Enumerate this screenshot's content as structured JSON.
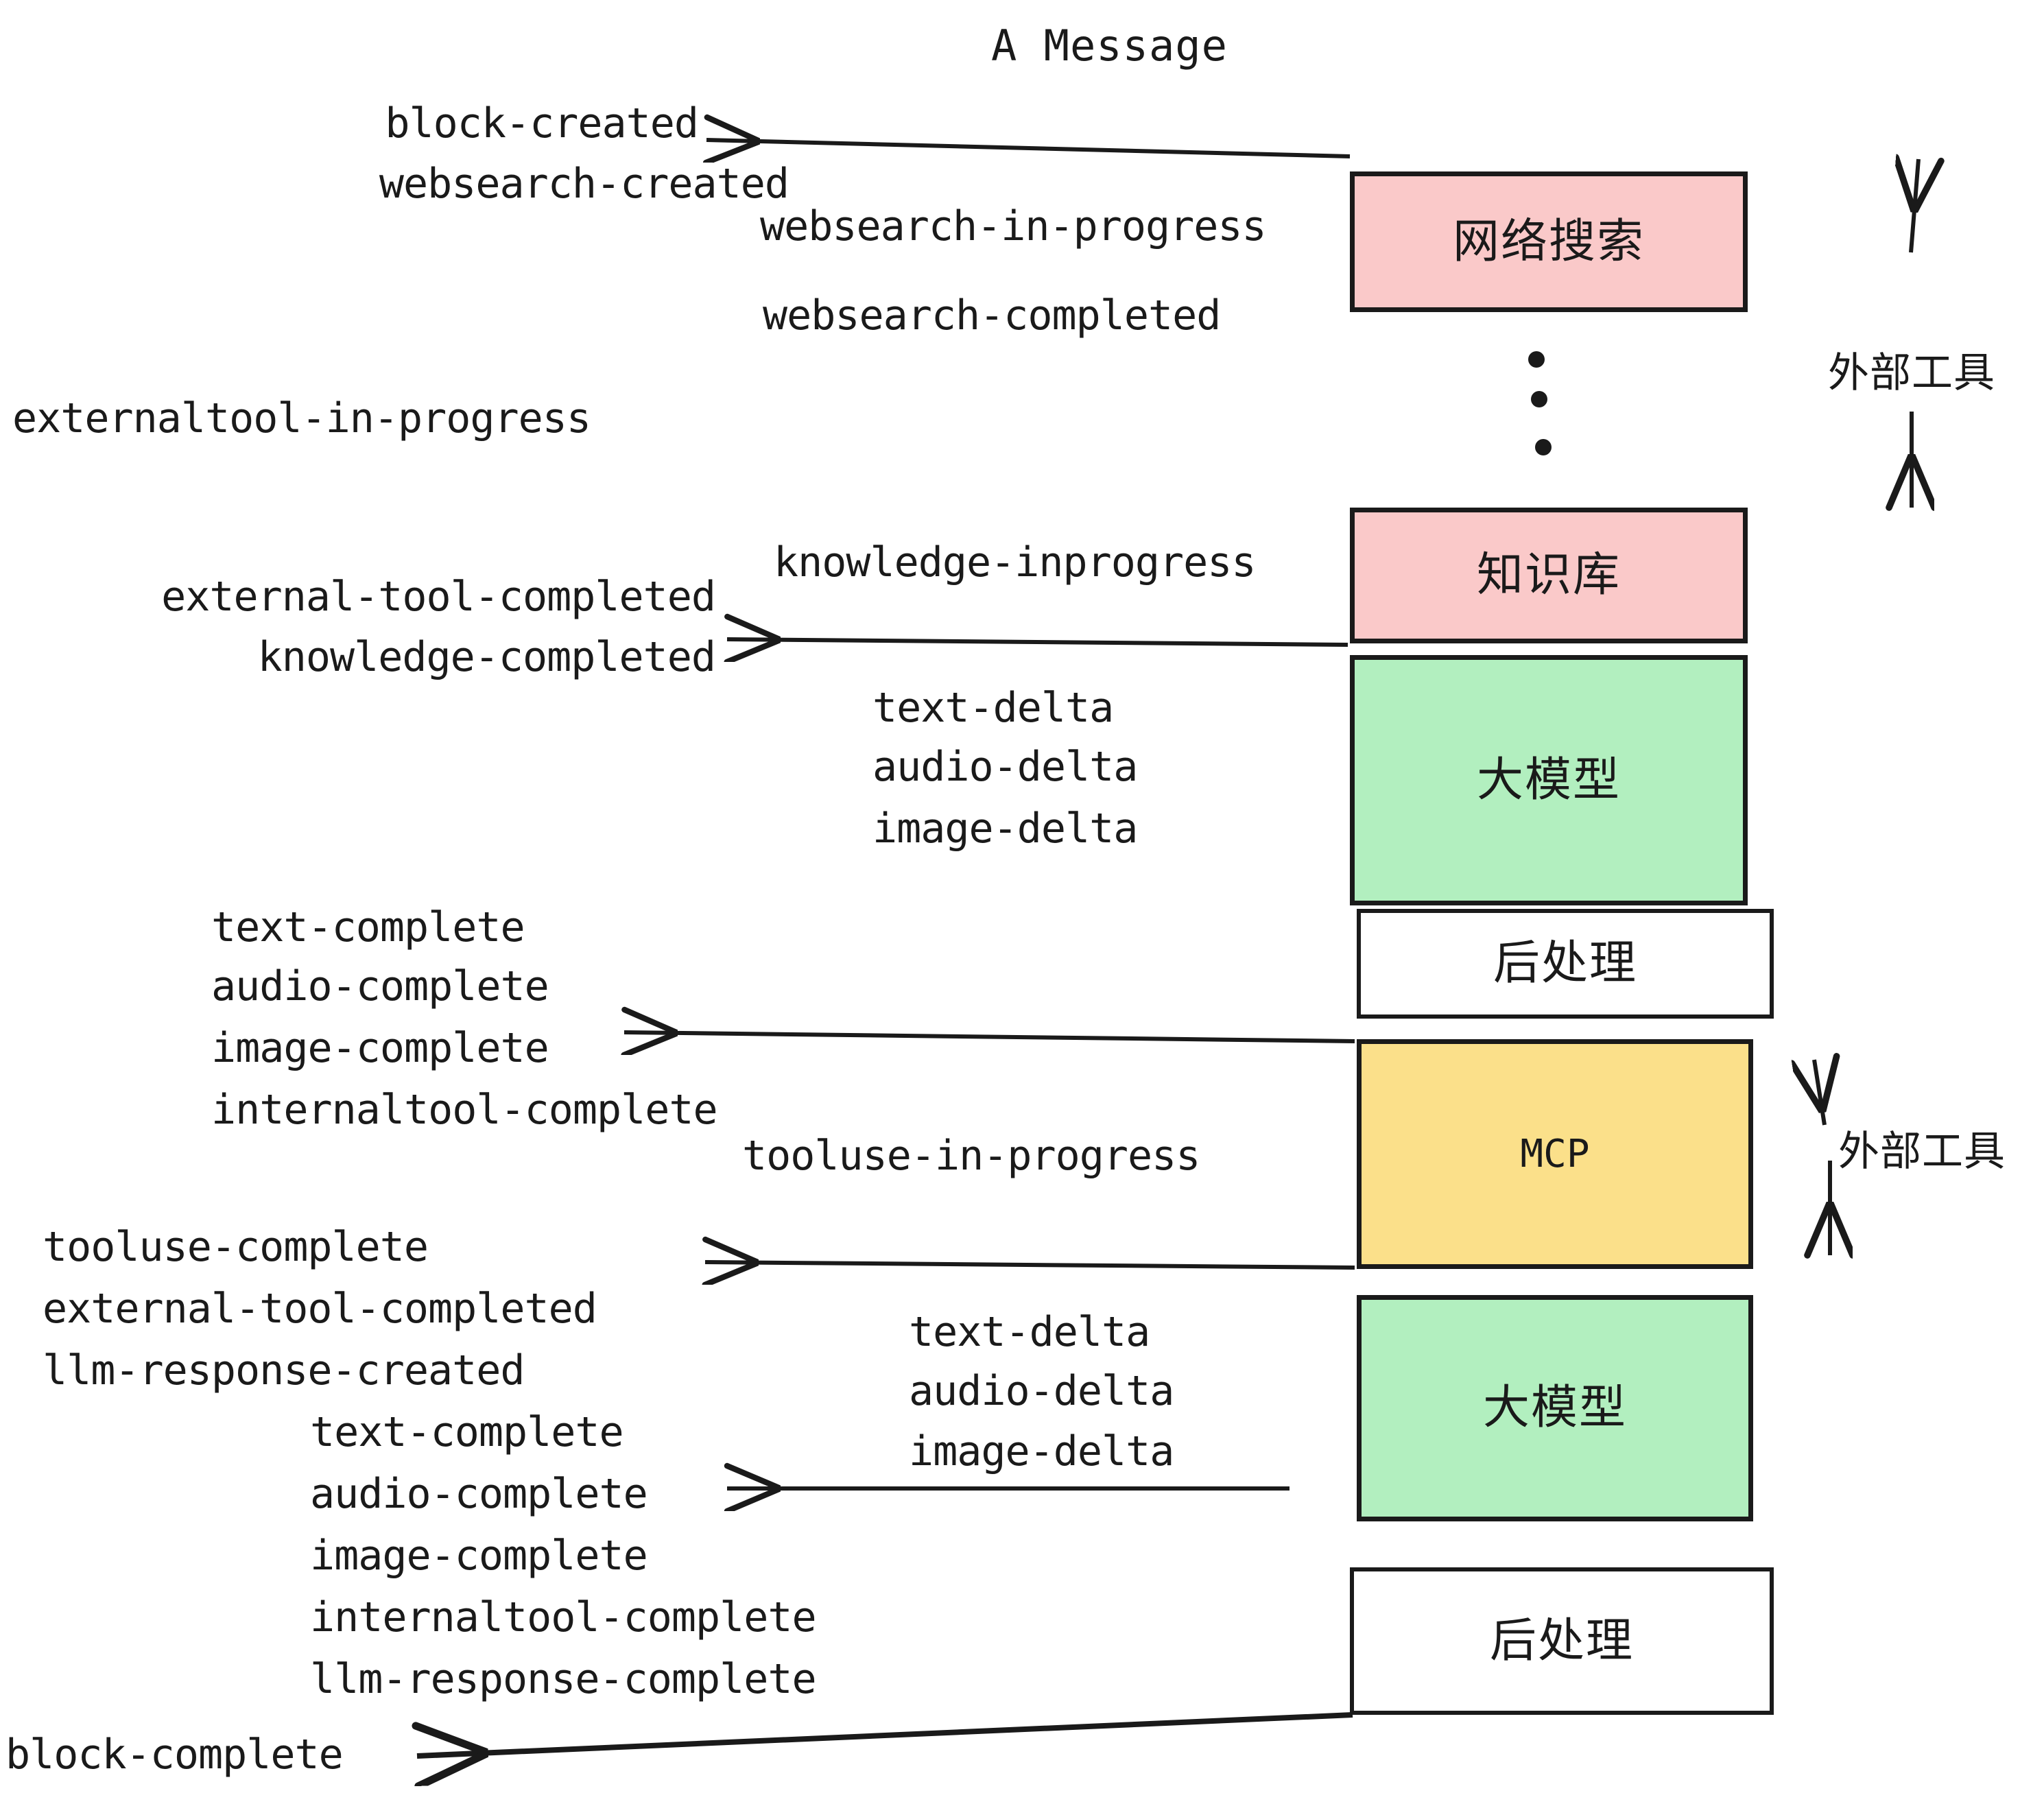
{
  "title": "A Message",
  "colors": {
    "pink": "#fac9c9",
    "green": "#b2efbf",
    "yellow": "#fbe08a",
    "white": "#ffffff",
    "stroke": "#1a1a1a"
  },
  "boxes": [
    {
      "id": "websearch",
      "label": "网络搜索",
      "fill": "#fac9c9",
      "script": "cjk"
    },
    {
      "id": "knowledge",
      "label": "知识库",
      "fill": "#fac9c9",
      "script": "cjk"
    },
    {
      "id": "llm-1",
      "label": "大模型",
      "fill": "#b2efbf",
      "script": "cjk"
    },
    {
      "id": "postprocess-1",
      "label": "后处理",
      "fill": "#ffffff",
      "script": "cjk"
    },
    {
      "id": "mcp",
      "label": "MCP",
      "fill": "#fbe08a",
      "script": "latin"
    },
    {
      "id": "llm-2",
      "label": "大模型",
      "fill": "#b2efbf",
      "script": "cjk"
    },
    {
      "id": "postprocess-2",
      "label": "后处理",
      "fill": "#ffffff",
      "script": "cjk"
    }
  ],
  "side_labels": [
    {
      "id": "external-tool-top",
      "label": "外部工具"
    },
    {
      "id": "external-tool-bottom",
      "label": "外部工具"
    }
  ],
  "events": {
    "block_created": "block-created",
    "websearch_created": "websearch-created",
    "websearch_in_progress": "websearch-in-progress",
    "websearch_completed": "websearch-completed",
    "externaltool_in_progress": "externaltool-in-progress",
    "knowledge_inprogress": "knowledge-inprogress",
    "external_tool_completed_1": "external-tool-completed",
    "knowledge_completed": "knowledge-completed",
    "text_delta_1": "text-delta",
    "audio_delta_1": "audio-delta",
    "image_delta_1": "image-delta",
    "text_complete_1": "text-complete",
    "audio_complete_1": "audio-complete",
    "image_complete_1": "image-complete",
    "internaltool_complete_1": "internaltool-complete",
    "tooluse_in_progress": "tooluse-in-progress",
    "tooluse_complete": "tooluse-complete",
    "external_tool_completed_2": "external-tool-completed",
    "llm_response_created": "llm-response-created",
    "text_delta_2": "text-delta",
    "audio_delta_2": "audio-delta",
    "image_delta_2": "image-delta",
    "text_complete_2": "text-complete",
    "audio_complete_2": "audio-complete",
    "image_complete_2": "image-complete",
    "internaltool_complete_2": "internaltool-complete",
    "llm_response_complete": "llm-response-complete",
    "block_complete": "block-complete"
  }
}
